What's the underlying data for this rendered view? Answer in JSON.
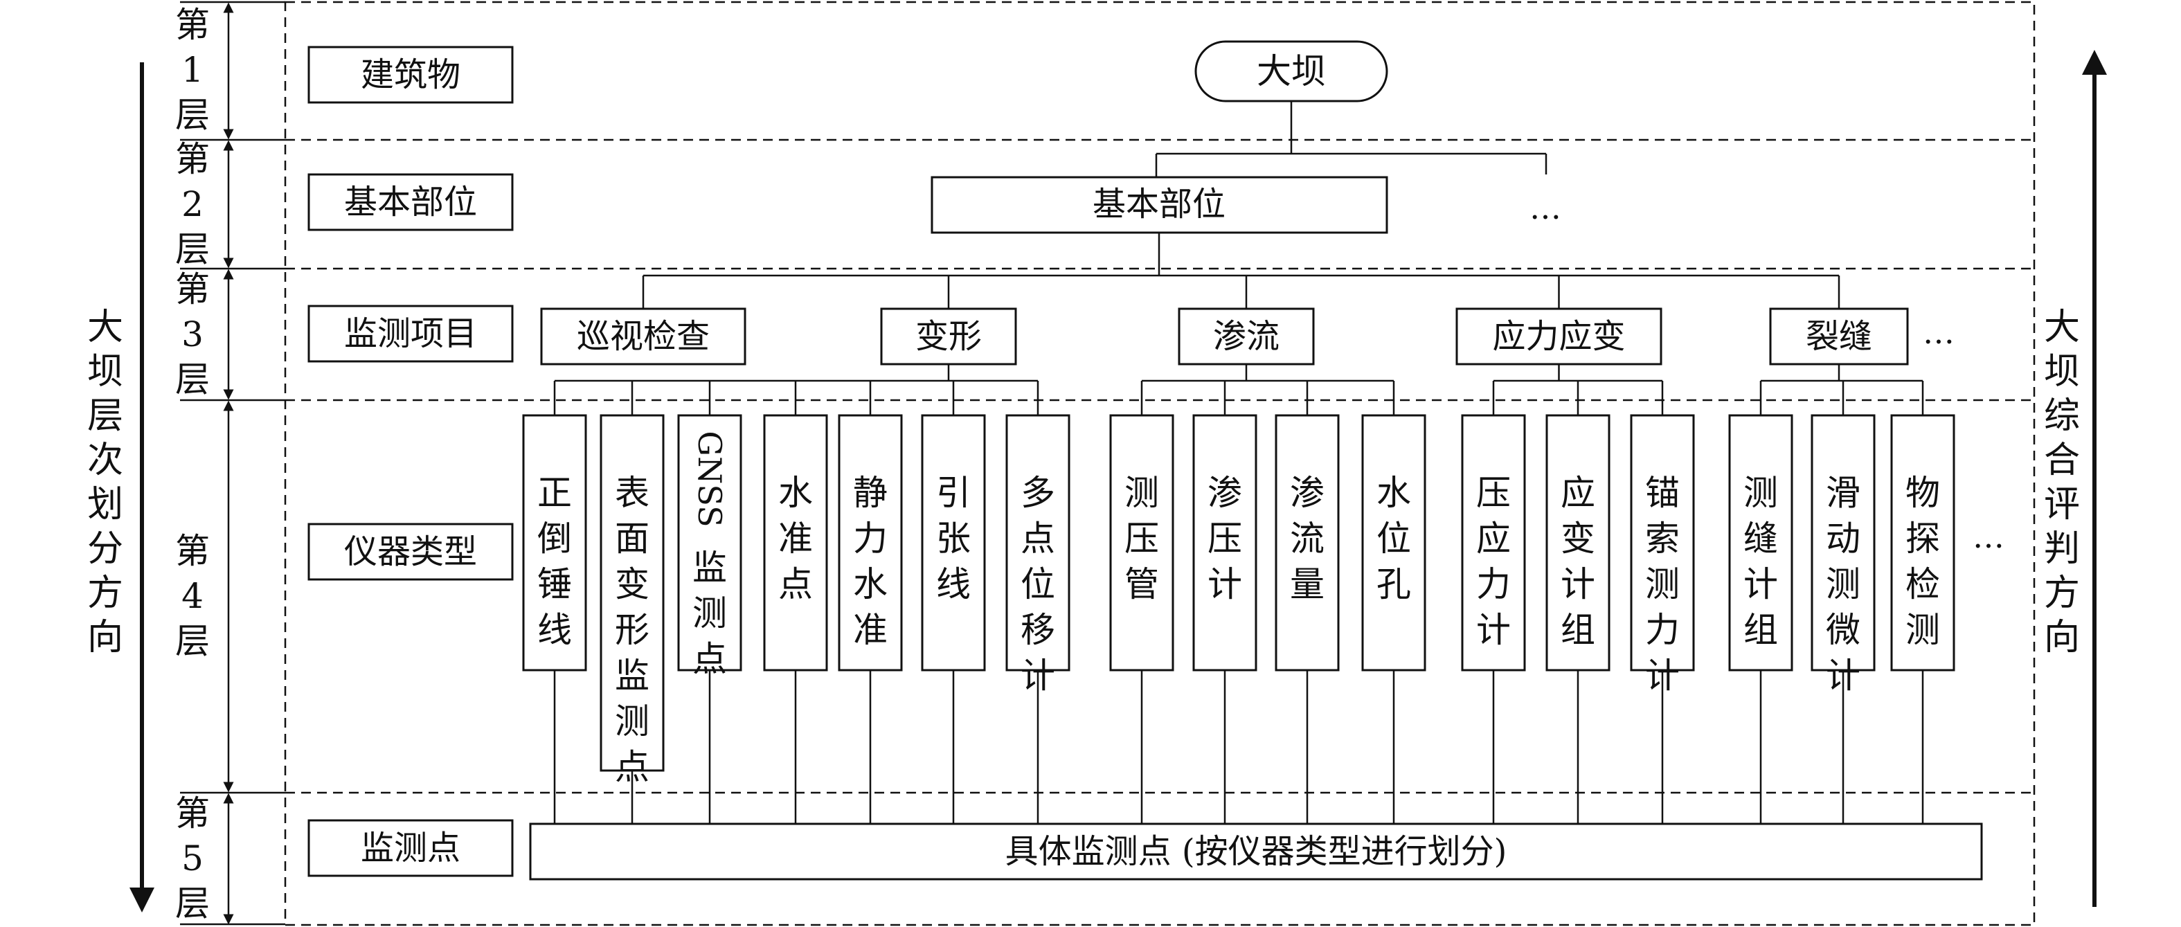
{
  "layers": [
    {
      "lines": [
        "第",
        "1",
        "层"
      ]
    },
    {
      "lines": [
        "第",
        "2",
        "层"
      ]
    },
    {
      "lines": [
        "第",
        "3",
        "层"
      ]
    },
    {
      "lines": [
        "第",
        "4",
        "层"
      ]
    },
    {
      "lines": [
        "第",
        "5",
        "层"
      ]
    }
  ],
  "left_direction": "大坝层次划分方向",
  "right_direction": "大坝综合评判方向",
  "categories": [
    "建筑物",
    "基本部位",
    "监测项目",
    "仪器类型",
    "监测点"
  ],
  "root": "大坝",
  "part": "基本部位",
  "ellipsis": "…",
  "items": [
    "巡视检查",
    "变形",
    "渗流",
    "应力应变",
    "裂缝"
  ],
  "instruments": [
    "正倒锤线",
    "表面变形监测点",
    "GNSS 监测点",
    "水准点",
    "静力水准",
    "引张线",
    "多点位移计",
    "测压管",
    "渗压计",
    "渗流量",
    "水位孔",
    "压应力计",
    "应变计组",
    "锚索测力计",
    "测缝计组",
    "滑动测微计",
    "物探检测"
  ],
  "point": "具体监测点 (按仪器类型进行划分)"
}
